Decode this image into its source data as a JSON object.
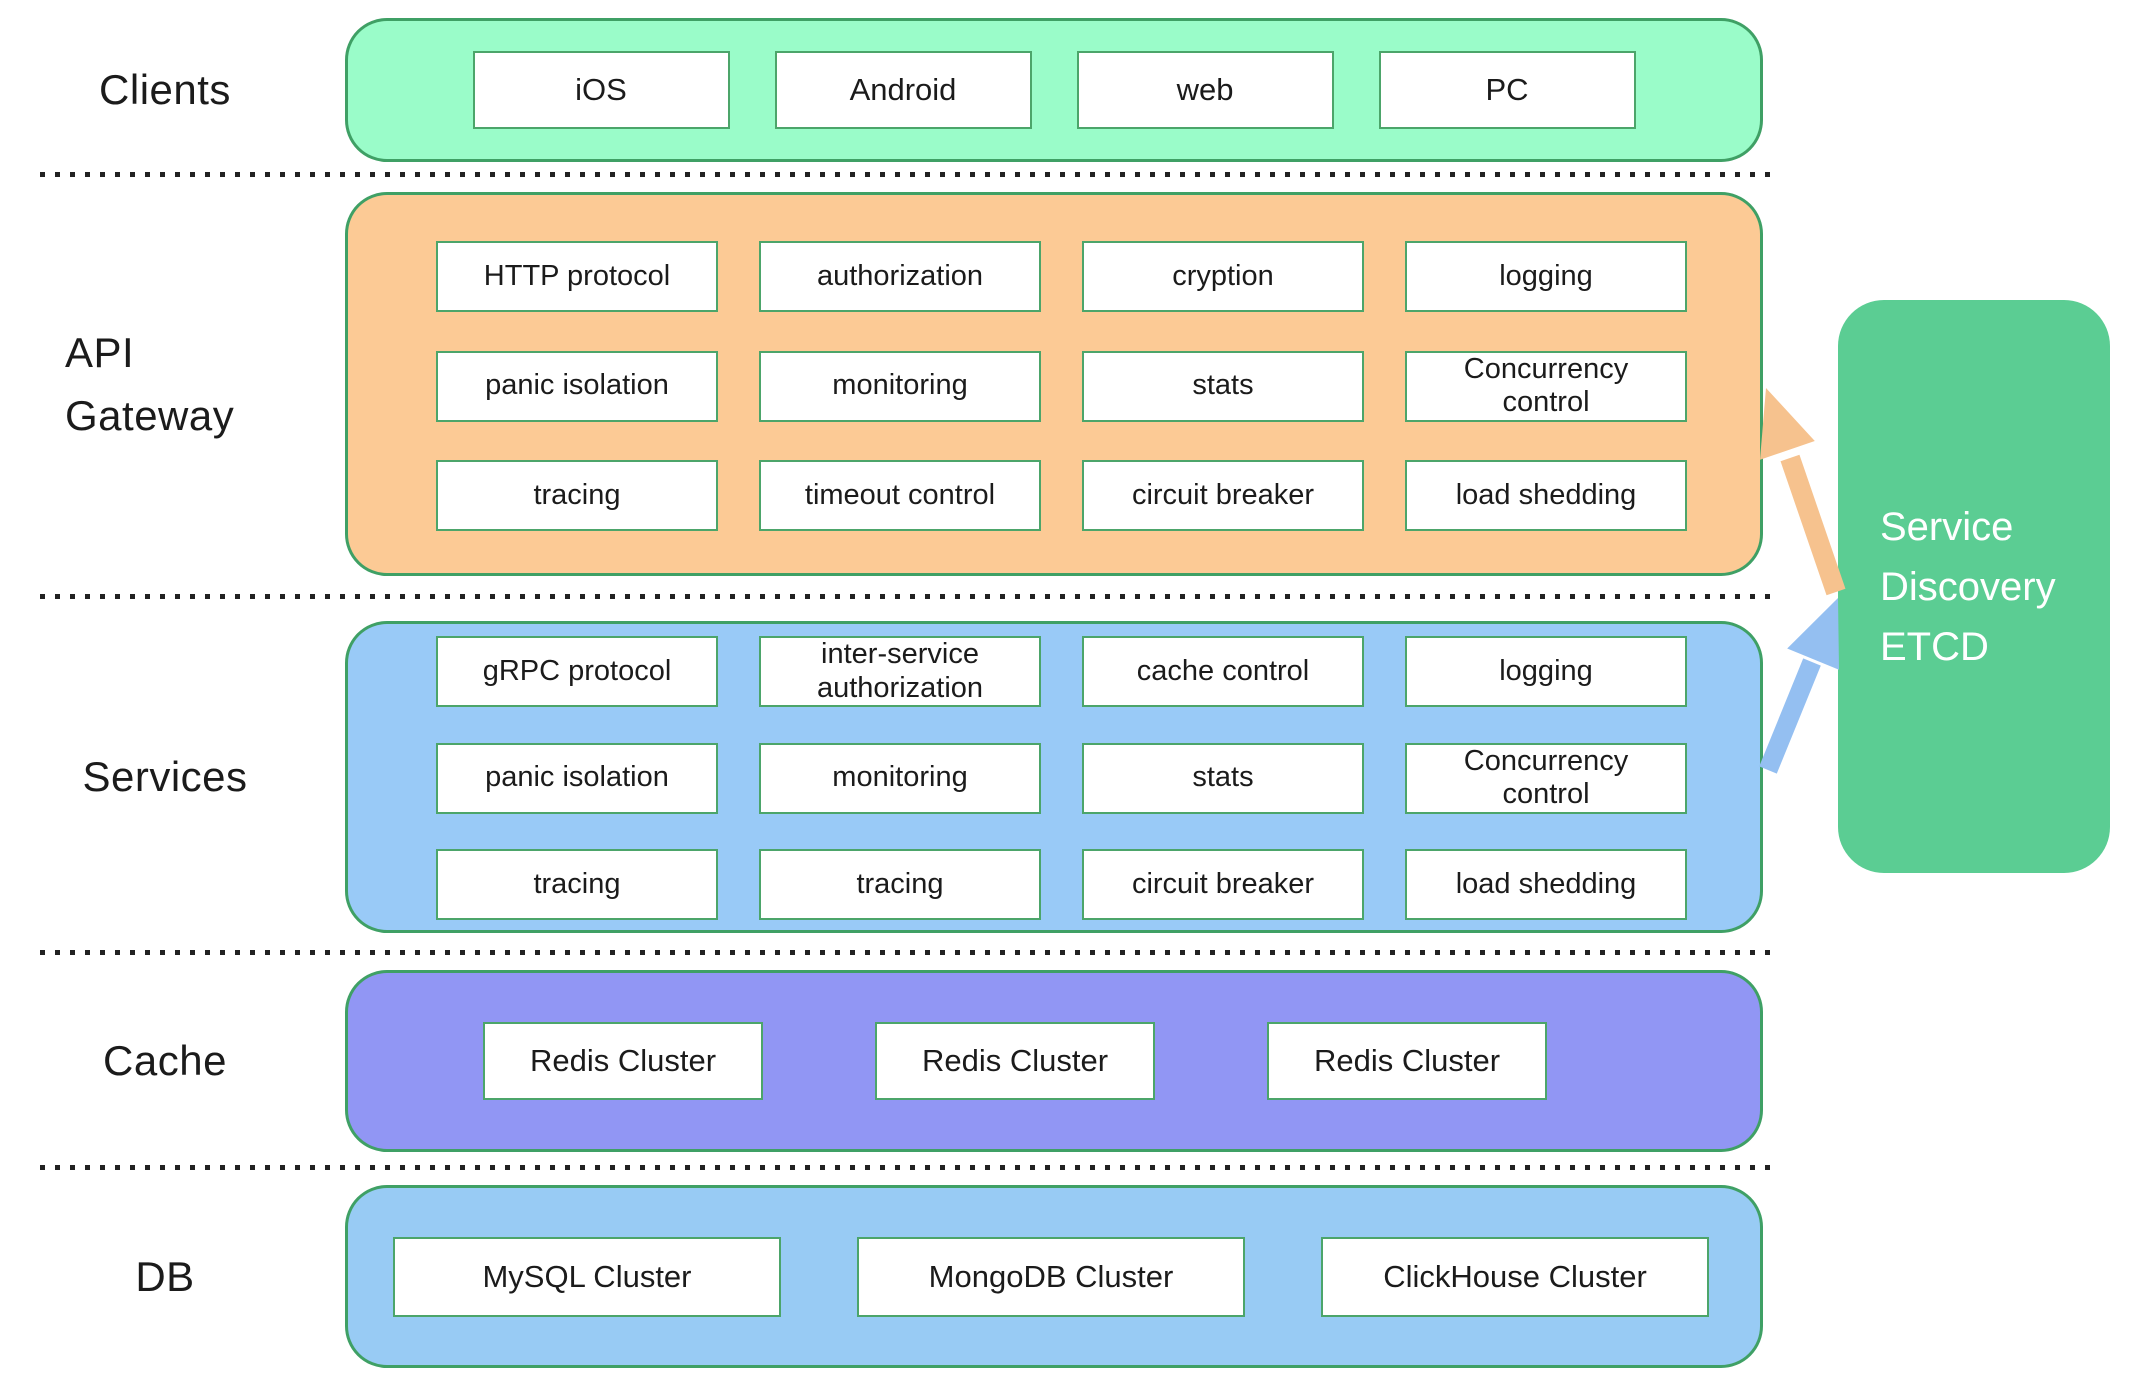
{
  "colors": {
    "clients-fill": "#9afcc9",
    "gateway-fill": "#fcca95",
    "services-fill": "#99caf7",
    "cache-fill": "#9196f4",
    "db-fill": "#98cbf4",
    "etcd-fill": "#5bcd93",
    "band-border": "#3fa065",
    "box-border": "#4ca56a",
    "arrow-orange": "#f6c28e",
    "arrow-blue": "#94bff1",
    "dot-color": "#222222",
    "text-color": "#1b1b1b",
    "etcd-text-color": "#ffffff"
  },
  "layers": {
    "clients": {
      "label": "Clients",
      "items": [
        "iOS",
        "Android",
        "web",
        "PC"
      ]
    },
    "gateway": {
      "label": "API Gateway",
      "rows": [
        [
          "HTTP protocol",
          "authorization",
          "cryption",
          "logging"
        ],
        [
          "panic isolation",
          "monitoring",
          "stats",
          "Concurrency control"
        ],
        [
          "tracing",
          "timeout control",
          "circuit breaker",
          "load shedding"
        ]
      ]
    },
    "services": {
      "label": "Services",
      "rows": [
        [
          "gRPC protocol",
          "inter-service authorization",
          "cache control",
          "logging"
        ],
        [
          "panic isolation",
          "monitoring",
          "stats",
          "Concurrency control"
        ],
        [
          "tracing",
          "tracing",
          "circuit breaker",
          "load shedding"
        ]
      ]
    },
    "cache": {
      "label": "Cache",
      "items": [
        "Redis Cluster",
        "Redis Cluster",
        "Redis Cluster"
      ]
    },
    "db": {
      "label": "DB",
      "items": [
        "MySQL Cluster",
        "MongoDB Cluster",
        "ClickHouse Cluster"
      ]
    }
  },
  "service_discovery": {
    "label": "Service Discovery ETCD"
  },
  "arrows": [
    {
      "name": "etcd-to-api-gateway",
      "color": "orange"
    },
    {
      "name": "services-to-etcd",
      "color": "blue"
    }
  ]
}
